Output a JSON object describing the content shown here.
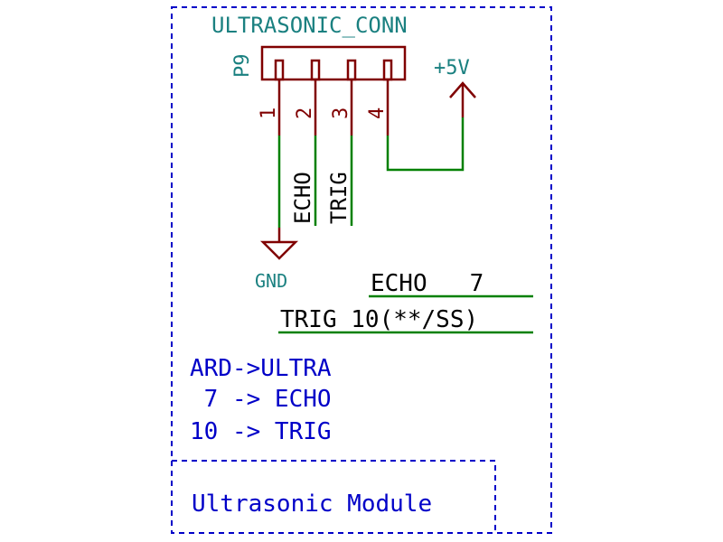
{
  "connector": {
    "name": "ULTRASONIC_CONN",
    "reference": "P9",
    "pins": [
      "1",
      "2",
      "3",
      "4"
    ]
  },
  "power": {
    "vcc": "+5V",
    "gnd": "GND"
  },
  "net_labels": {
    "echo": "ECHO",
    "trig": "TRIG"
  },
  "mapping_labels": {
    "echo": "ECHO   7",
    "trig": "TRIG 10(**/SS)"
  },
  "notes": {
    "line1": "ARD->ULTRA",
    "line2": " 7 -> ECHO",
    "line3": "10 -> TRIG"
  },
  "title": "Ultrasonic Module",
  "colors": {
    "wire": "#008000",
    "component": "#800000",
    "component_text": "#1a8080",
    "note": "#0000c8",
    "net_label": "#000000"
  }
}
